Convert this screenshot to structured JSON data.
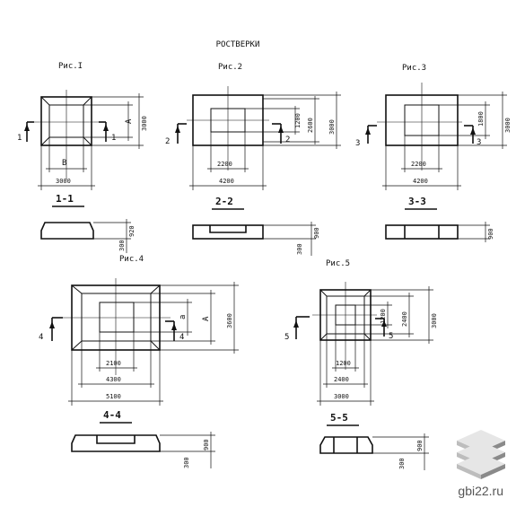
{
  "title": "РОСТВЕРКИ",
  "colors": {
    "ink": "#111111",
    "logo_light": "#e6e6e6",
    "logo_mid": "#bdbdbd",
    "logo_dark": "#8a8a8a",
    "url": "#555555"
  },
  "fig1": {
    "label": "Рис.I",
    "section": "1-1",
    "cut": "1",
    "inner_dim": "B",
    "side_dim": "A",
    "height_dim": "3000",
    "width_dim": "3000",
    "sec_h": "920",
    "sec_h2": "300"
  },
  "fig2": {
    "label": "Рис.2",
    "section": "2-2",
    "cut": "2",
    "inner_h": "1200",
    "mid_h": "2600",
    "outer_h": "3000",
    "inner_w": "2200",
    "outer_w": "4200",
    "sec_h": "900",
    "sec_h2": "300"
  },
  "fig3": {
    "label": "Рис.3",
    "section": "3-3",
    "cut": "3",
    "inner_h": "1800",
    "outer_h": "3000",
    "inner_w": "2200",
    "outer_w": "4200",
    "sec_h": "900"
  },
  "fig4": {
    "label": "Рис.4",
    "section": "4-4",
    "cut": "4",
    "dim_a": "a",
    "dim_A": "A",
    "outer_h": "3600",
    "inner_w": "2100",
    "mid_w": "4300",
    "outer_w": "5100",
    "sec_h": "900",
    "sec_h2": "300"
  },
  "fig5": {
    "label": "Рис.5",
    "section": "5-5",
    "cut": "5",
    "inner_h": "1200",
    "mid_h": "2400",
    "outer_h": "3000",
    "inner_w": "1200",
    "mid_w": "2400",
    "outer_w": "3000",
    "sec_h": "900",
    "sec_h2": "300"
  },
  "site": {
    "url": "gbi22.ru"
  }
}
